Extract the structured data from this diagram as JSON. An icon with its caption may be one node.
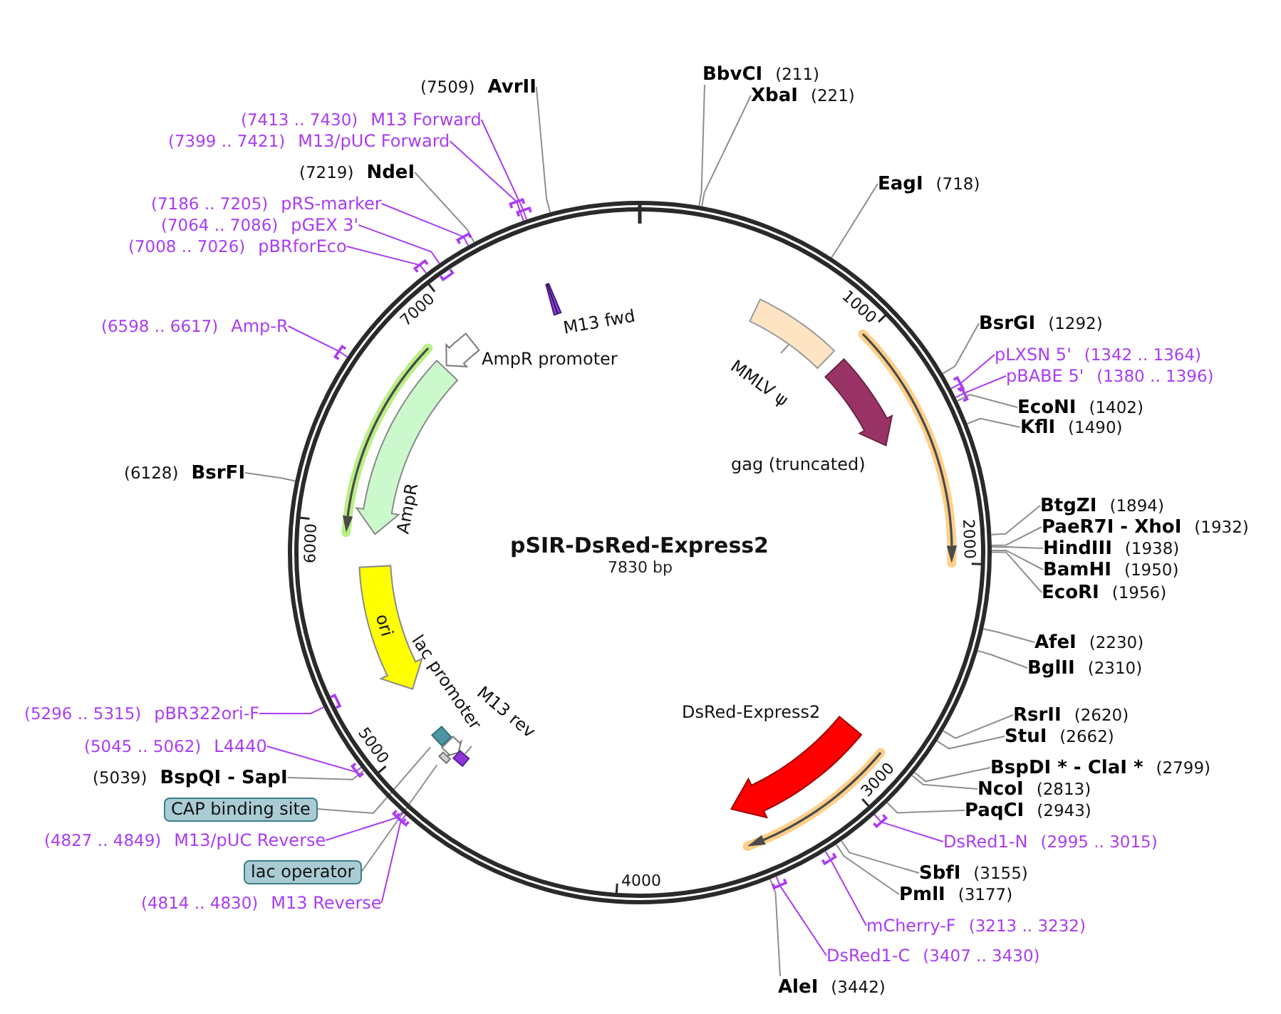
{
  "diagram": {
    "nodes": [
      {
        "text": [
          "pSIR-DsRed-Express2",
          "7830 bp"
        ]
      },
      {
        "text": [
          "M13 fwd"
        ],
        "in": 0
      },
      {
        "text": [
          "AmpR promoter"
        ],
        "in": 0
      },
      {
        "text": [
          "MMLV ψ"
        ],
        "in": 0
      },
      {
        "text": [
          "gag (truncated)"
        ],
        "in": 0
      },
      {
        "text": [
          "AmpR"
        ],
        "in": 0
      },
      {
        "text": [
          "ori"
        ],
        "in": 0
      },
      {
        "text": [
          "lac promoter"
        ],
        "in": 0
      },
      {
        "text": [
          "M13 rev"
        ],
        "in": 0
      },
      {
        "text": [],
        "shape": "box",
        "in": 0
      },
      {
        "text": [],
        "shape": "box",
        "in": 0
      },
      {
        "text": [
          "DsRed-Express2"
        ],
        "in": 0
      },
      {
        "text": [
          "BbvCI"
        ],
        "beside": [
          "(211)"
        ]
      },
      {
        "text": [
          "AvrII"
        ],
        "beside": [
          "(7509)"
        ]
      },
      {
        "text": [
          "XbaI"
        ],
        "beside": [
          "(221)"
        ]
      },
      {
        "text": [
          "M13 Forward"
        ],
        "beside": [
          "(7413 .. 7430)"
        ]
      },
      {
        "text": [
          "M13/pUC Forward"
        ],
        "beside": [
          "(7399 .. 7421)"
        ]
      },
      {
        "text": [
          "NdeI"
        ],
        "beside": [
          "(7219)"
        ]
      },
      {
        "text": [
          "EagI"
        ],
        "beside": [
          "(718)"
        ]
      },
      {
        "text": [
          "pRS-marker"
        ],
        "beside": [
          "(7186 .. 7205)"
        ]
      },
      {
        "text": [
          "pGEX 3'"
        ],
        "beside": [
          "(7064 .. 7086)"
        ]
      },
      {
        "text": [
          "pBRforEco"
        ],
        "beside": [
          "(7008 .. 7026)"
        ]
      },
      {
        "text": [
          "BsrGI"
        ],
        "beside": [
          "(1292)"
        ]
      },
      {
        "text": [
          "Amp-R"
        ],
        "beside": [
          "(6598 .. 6617)"
        ]
      },
      {
        "text": [
          "pLXSN 5'"
        ],
        "beside": [
          "(1342 .. 1364)"
        ]
      },
      {
        "text": [
          "pBABE 5'"
        ],
        "beside": [
          "(1380 .. 1396)"
        ]
      },
      {
        "text": [
          "EcoNI"
        ],
        "beside": [
          "(1402)"
        ]
      },
      {
        "text": [
          "KflI"
        ],
        "beside": [
          "(1490)"
        ]
      },
      {
        "text": [
          "BsrFI"
        ],
        "beside": [
          "(6128)"
        ]
      },
      {
        "text": [
          "BtgZI"
        ],
        "beside": [
          "(1894)"
        ]
      },
      {
        "text": [
          "PaeR7I - XhoI"
        ],
        "beside": [
          "(1932)"
        ]
      },
      {
        "text": [
          "HindIII"
        ],
        "beside": [
          "(1938)"
        ]
      },
      {
        "text": [
          "BamHI"
        ],
        "beside": [
          "(1950)"
        ]
      },
      {
        "text": [
          "EcoRI"
        ],
        "beside": [
          "(1956)"
        ]
      },
      {
        "text": [
          "AfeI"
        ],
        "beside": [
          "(2230)"
        ]
      },
      {
        "text": [
          "BglII"
        ],
        "beside": [
          "(2310)"
        ]
      },
      {
        "text": [
          "pBR322ori-F"
        ],
        "beside": [
          "(5296 .. 5315)"
        ]
      },
      {
        "text": [
          "RsrII"
        ],
        "beside": [
          "(2620)"
        ]
      },
      {
        "text": [
          "StuI"
        ],
        "beside": [
          "(2662)"
        ]
      },
      {
        "text": [
          "L4440"
        ],
        "beside": [
          "(5045 .. 5062)"
        ]
      },
      {
        "text": [
          "BspDI * - ClaI *"
        ],
        "beside": [
          "(2799)"
        ]
      },
      {
        "text": [
          "BspQI - SapI"
        ],
        "beside": [
          "(5039)"
        ]
      },
      {
        "text": [
          "NcoI"
        ],
        "beside": [
          "(2813)"
        ]
      },
      {
        "text": [
          "CAP binding site"
        ]
      },
      {
        "text": [
          "PaqCI"
        ],
        "beside": [
          "(2943)"
        ]
      },
      {
        "text": [
          "M13/pUC Reverse"
        ],
        "beside": [
          "(4827 .. 4849)"
        ]
      },
      {
        "text": [
          "DsRed1-N"
        ],
        "beside": [
          "(2995 .. 3015)"
        ]
      },
      {
        "text": [
          "lac operator"
        ]
      },
      {
        "text": [
          "SbfI"
        ],
        "beside": [
          "(3155)"
        ]
      },
      {
        "text": [
          "PmlI"
        ],
        "beside": [
          "(3177)"
        ]
      },
      {
        "text": [
          "M13 Reverse"
        ],
        "beside": [
          "(4814 .. 4830)"
        ]
      },
      {
        "text": [
          "mCherry-F"
        ],
        "beside": [
          "(3213 .. 3232)"
        ]
      },
      {
        "text": [
          "DsRed1-C"
        ],
        "beside": [
          "(3407 .. 3430)"
        ]
      },
      {
        "text": [
          "AleI"
        ],
        "beside": [
          "(3442)"
        ]
      }
    ],
    "edges": [
      {
        "from": 12,
        "to": 0,
        "arrow": "none"
      },
      {
        "from": 13,
        "to": 0,
        "arrow": "none"
      },
      {
        "from": 14,
        "to": 0,
        "arrow": "none"
      },
      {
        "from": 15,
        "to": 0,
        "arrow": "none",
        "color": "#a93cf2"
      },
      {
        "from": 16,
        "to": 0,
        "arrow": "none",
        "color": "#a93cf2"
      },
      {
        "from": 17,
        "to": 0,
        "arrow": "none"
      },
      {
        "from": 18,
        "to": 0,
        "arrow": "none"
      },
      {
        "from": 19,
        "to": 0,
        "arrow": "none",
        "color": "#a93cf2"
      },
      {
        "from": 20,
        "to": 0,
        "arrow": "none",
        "color": "#a93cf2"
      },
      {
        "from": 21,
        "to": 0,
        "arrow": "none",
        "color": "#a93cf2"
      },
      {
        "from": 22,
        "to": 0,
        "arrow": "none"
      },
      {
        "from": 23,
        "to": 0,
        "arrow": "none",
        "color": "#a93cf2"
      },
      {
        "from": 24,
        "to": 0,
        "arrow": "none",
        "color": "#a93cf2"
      },
      {
        "from": 25,
        "to": 0,
        "arrow": "none",
        "color": "#a93cf2"
      },
      {
        "from": 26,
        "to": 0,
        "arrow": "none"
      },
      {
        "from": 27,
        "to": 0,
        "arrow": "none"
      },
      {
        "from": 28,
        "to": 0,
        "arrow": "none"
      },
      {
        "from": 29,
        "to": 0,
        "arrow": "none"
      },
      {
        "from": 30,
        "to": 0,
        "arrow": "none"
      },
      {
        "from": 31,
        "to": 0,
        "arrow": "none"
      },
      {
        "from": 32,
        "to": 0,
        "arrow": "none"
      },
      {
        "from": 33,
        "to": 0,
        "arrow": "none"
      },
      {
        "from": 34,
        "to": 0,
        "arrow": "none"
      },
      {
        "from": 35,
        "to": 0,
        "arrow": "none"
      },
      {
        "from": 36,
        "to": 0,
        "arrow": "none",
        "color": "#a93cf2"
      },
      {
        "from": 37,
        "to": 0,
        "arrow": "none"
      },
      {
        "from": 38,
        "to": 0,
        "arrow": "none"
      },
      {
        "from": 39,
        "to": 0,
        "arrow": "none",
        "color": "#a93cf2"
      },
      {
        "from": 40,
        "to": 0,
        "arrow": "none"
      },
      {
        "from": 41,
        "to": 0,
        "arrow": "none"
      },
      {
        "from": 42,
        "to": 0,
        "arrow": "none"
      },
      {
        "from": 43,
        "to": 9,
        "arrow": "none"
      },
      {
        "from": 44,
        "to": 0,
        "arrow": "none"
      },
      {
        "from": 45,
        "to": 0,
        "arrow": "none",
        "color": "#a93cf2"
      },
      {
        "from": 46,
        "to": 0,
        "arrow": "none",
        "color": "#a93cf2"
      },
      {
        "from": 47,
        "to": 10,
        "arrow": "none"
      },
      {
        "from": 48,
        "to": 0,
        "arrow": "none"
      },
      {
        "from": 49,
        "to": 0,
        "arrow": "none"
      },
      {
        "from": 50,
        "to": 0,
        "arrow": "none",
        "color": "#a93cf2"
      },
      {
        "from": 51,
        "to": 0,
        "arrow": "none",
        "color": "#a93cf2"
      },
      {
        "from": 52,
        "to": 0,
        "arrow": "none",
        "color": "#a93cf2"
      },
      {
        "from": 53,
        "to": 0,
        "arrow": "none"
      }
    ],
    "labels": [
      "7000",
      "1000",
      "6000",
      "2000",
      "5000",
      "3000",
      "4000"
    ]
  }
}
